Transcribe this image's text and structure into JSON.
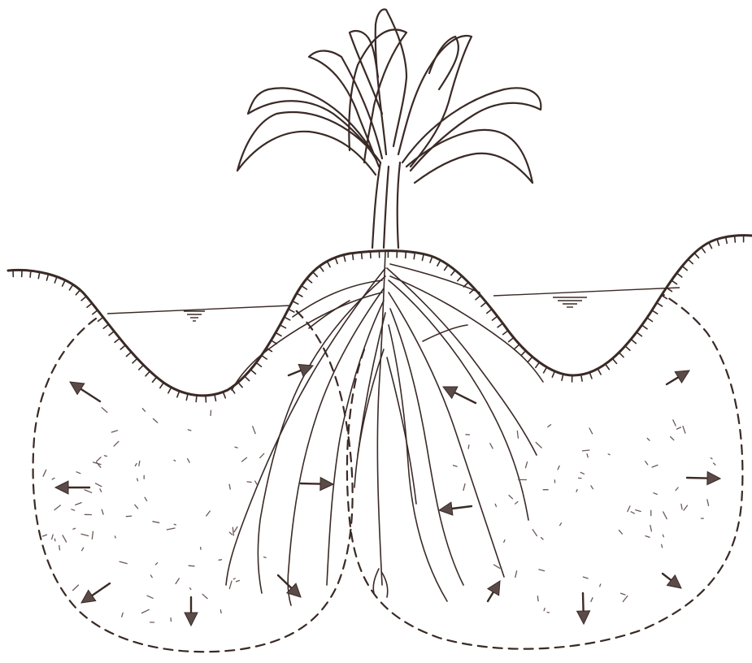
{
  "figure": {
    "kind": "furrow irrigation cross-section",
    "elements": [
      "plant",
      "ridge",
      "furrow-left",
      "furrow-right",
      "water-level-left",
      "water-level-right",
      "wetting-front-left",
      "wetting-front-right",
      "root-system",
      "seepage-arrows"
    ]
  },
  "colors": {
    "ink": "#3a2a26",
    "arrow_fill": "#5a4a48",
    "background": "#ffffff"
  },
  "icons": {
    "water_level": "water-surface-triangle-icon",
    "flow": "arrow-icon"
  }
}
